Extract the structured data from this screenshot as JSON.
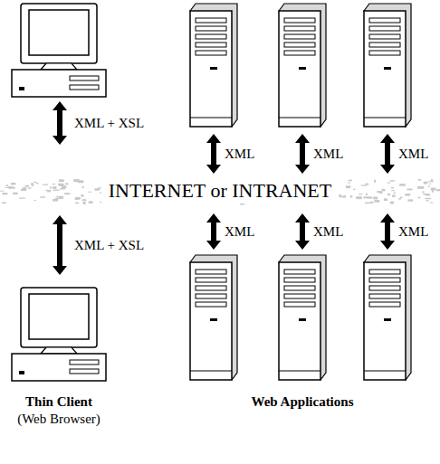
{
  "diagram": {
    "nodes": [
      {
        "text": [
          "INTERNET or INTRANET"
        ]
      }
    ],
    "labels": [
      "XML + XSL",
      "XML",
      "XML",
      "XML",
      "XML + XSL",
      "XML",
      "XML",
      "XML",
      "Thin Client",
      "(Web Browser)",
      "Web Applications"
    ]
  }
}
